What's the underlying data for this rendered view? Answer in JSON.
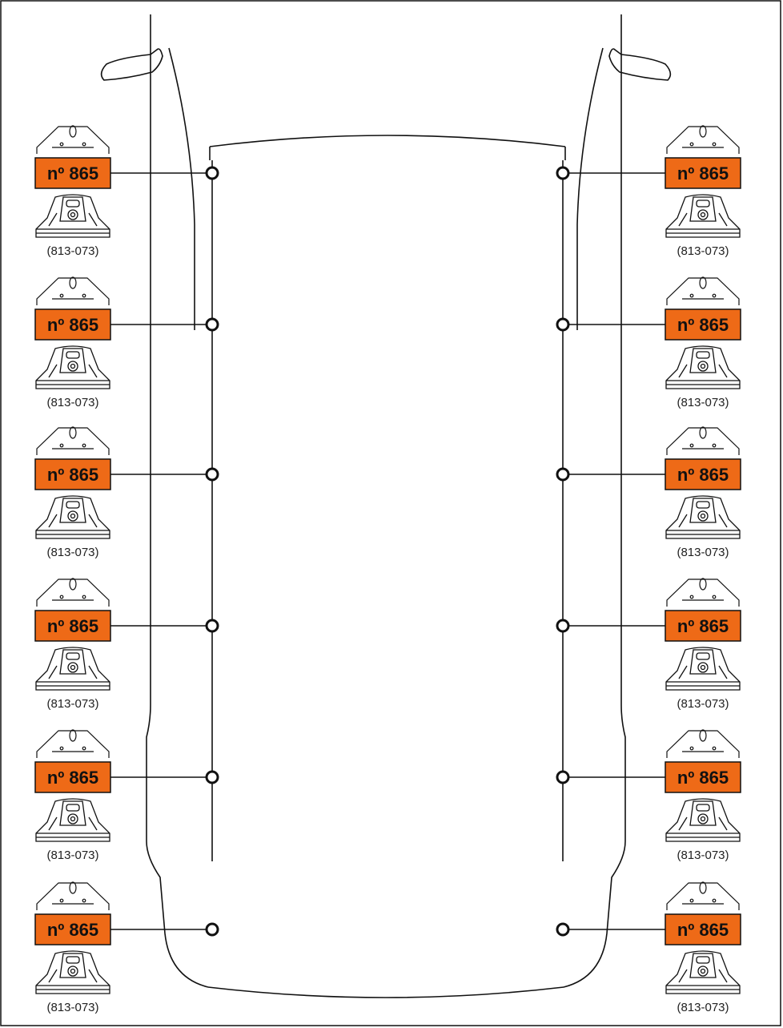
{
  "colors": {
    "label_fill": "#ee6a17",
    "line": "#111111",
    "background": "#ffffff"
  },
  "icons": {
    "top": "bracket-icon",
    "bottom": "foot-pad-icon",
    "point": "mount-point-icon"
  },
  "rows": [
    {
      "left": {
        "label": "nº 865",
        "code": "(813-073)"
      },
      "right": {
        "label": "nº 865",
        "code": "(813-073)"
      }
    },
    {
      "left": {
        "label": "nº 865",
        "code": "(813-073)"
      },
      "right": {
        "label": "nº 865",
        "code": "(813-073)"
      }
    },
    {
      "left": {
        "label": "nº 865",
        "code": "(813-073)"
      },
      "right": {
        "label": "nº 865",
        "code": "(813-073)"
      }
    },
    {
      "left": {
        "label": "nº 865",
        "code": "(813-073)"
      },
      "right": {
        "label": "nº 865",
        "code": "(813-073)"
      }
    },
    {
      "left": {
        "label": "nº 865",
        "code": "(813-073)"
      },
      "right": {
        "label": "nº 865",
        "code": "(813-073)"
      }
    },
    {
      "left": {
        "label": "nº 865",
        "code": "(813-073)"
      },
      "right": {
        "label": "nº 865",
        "code": "(813-073)"
      }
    }
  ]
}
